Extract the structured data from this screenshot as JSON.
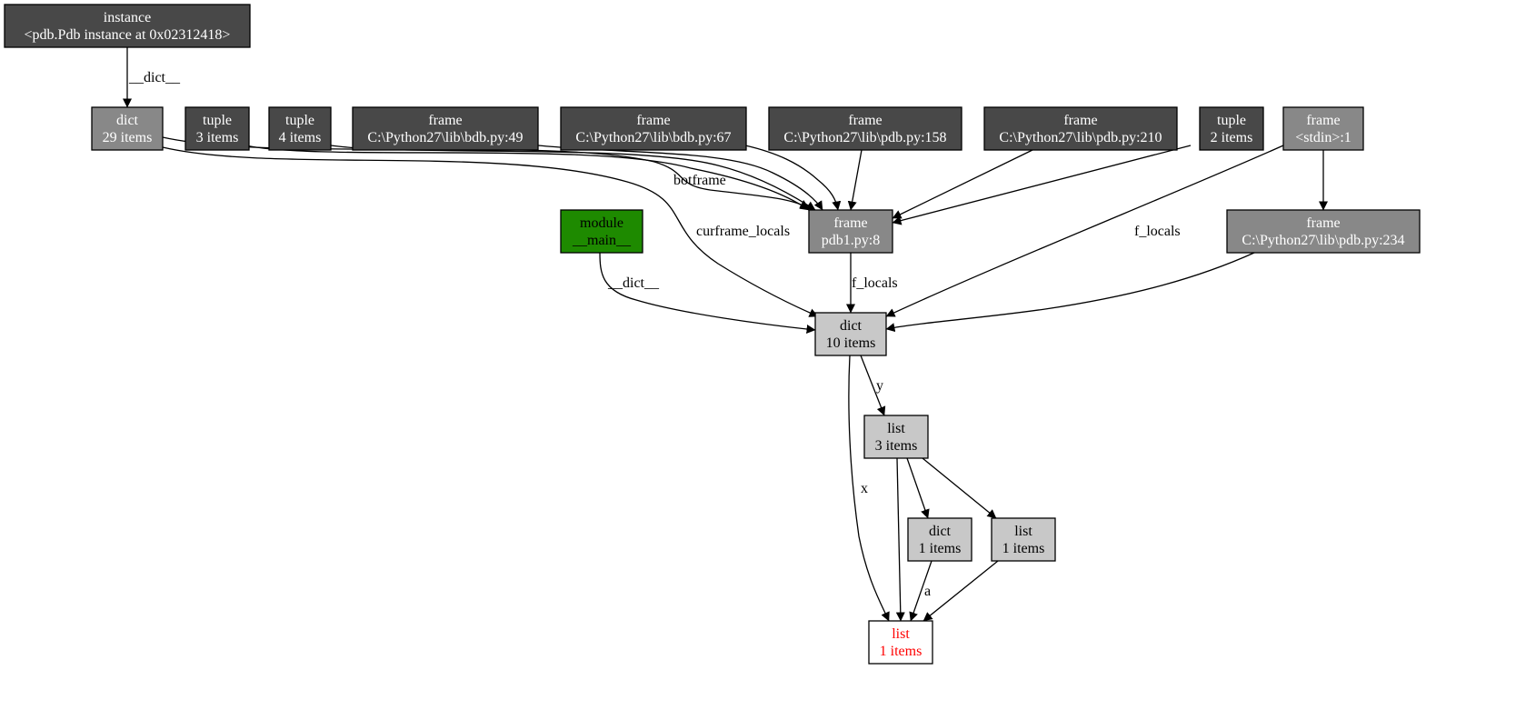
{
  "colors": {
    "dark": "#484848",
    "medium": "#888888",
    "light": "#c8c8c8",
    "green": "#1e8a00",
    "white": "#ffffff",
    "text_light": "#ffffff",
    "text_dark": "#000000",
    "text_red": "#ff0000"
  },
  "nodes": [
    {
      "id": "instance",
      "line1": "instance",
      "line2": "<pdb.Pdb instance at 0x02312418>",
      "fill": "dark",
      "text": "text_light"
    },
    {
      "id": "dict29",
      "line1": "dict",
      "line2": "29 items",
      "fill": "medium",
      "text": "text_light"
    },
    {
      "id": "tuple3",
      "line1": "tuple",
      "line2": "3 items",
      "fill": "dark",
      "text": "text_light"
    },
    {
      "id": "tuple4",
      "line1": "tuple",
      "line2": "4 items",
      "fill": "dark",
      "text": "text_light"
    },
    {
      "id": "frame_bdb49",
      "line1": "frame",
      "line2": "C:\\Python27\\lib\\bdb.py:49",
      "fill": "dark",
      "text": "text_light"
    },
    {
      "id": "frame_bdb67",
      "line1": "frame",
      "line2": "C:\\Python27\\lib\\bdb.py:67",
      "fill": "dark",
      "text": "text_light"
    },
    {
      "id": "frame_pdb158",
      "line1": "frame",
      "line2": "C:\\Python27\\lib\\pdb.py:158",
      "fill": "dark",
      "text": "text_light"
    },
    {
      "id": "frame_pdb210",
      "line1": "frame",
      "line2": "C:\\Python27\\lib\\pdb.py:210",
      "fill": "dark",
      "text": "text_light"
    },
    {
      "id": "tuple2",
      "line1": "tuple",
      "line2": "2 items",
      "fill": "dark",
      "text": "text_light"
    },
    {
      "id": "frame_stdin",
      "line1": "frame",
      "line2": "<stdin>:1",
      "fill": "medium",
      "text": "text_light"
    },
    {
      "id": "module_main",
      "line1": "module",
      "line2": "__main__",
      "fill": "green",
      "text": "text_dark"
    },
    {
      "id": "frame_pdb1",
      "line1": "frame",
      "line2": "pdb1.py:8",
      "fill": "medium",
      "text": "text_light"
    },
    {
      "id": "frame_pdb234",
      "line1": "frame",
      "line2": "C:\\Python27\\lib\\pdb.py:234",
      "fill": "medium",
      "text": "text_light"
    },
    {
      "id": "dict10",
      "line1": "dict",
      "line2": "10 items",
      "fill": "light",
      "text": "text_dark"
    },
    {
      "id": "list3",
      "line1": "list",
      "line2": "3 items",
      "fill": "light",
      "text": "text_dark"
    },
    {
      "id": "dict1",
      "line1": "dict",
      "line2": "1 items",
      "fill": "light",
      "text": "text_dark"
    },
    {
      "id": "list1a",
      "line1": "list",
      "line2": "1 items",
      "fill": "light",
      "text": "text_dark"
    },
    {
      "id": "list1target",
      "line1": "list",
      "line2": "1 items",
      "fill": "white",
      "text": "text_red"
    }
  ],
  "edges": [
    {
      "from": "instance",
      "to": "dict29",
      "label": "__dict__"
    },
    {
      "from": "dict29",
      "to": "frame_pdb1",
      "label": "botframe"
    },
    {
      "from": "tuple3",
      "to": "frame_pdb1",
      "label": ""
    },
    {
      "from": "tuple4",
      "to": "frame_pdb1",
      "label": ""
    },
    {
      "from": "frame_bdb49",
      "to": "frame_pdb1",
      "label": ""
    },
    {
      "from": "frame_bdb67",
      "to": "frame_pdb1",
      "label": ""
    },
    {
      "from": "frame_pdb158",
      "to": "frame_pdb1",
      "label": ""
    },
    {
      "from": "frame_pdb210",
      "to": "frame_pdb1",
      "label": ""
    },
    {
      "from": "tuple2",
      "to": "frame_pdb1",
      "label": ""
    },
    {
      "from": "dict29",
      "to": "dict10",
      "label": "curframe_locals"
    },
    {
      "from": "frame_stdin",
      "to": "dict10",
      "label": "f_locals"
    },
    {
      "from": "frame_stdin",
      "to": "frame_pdb234",
      "label": ""
    },
    {
      "from": "module_main",
      "to": "dict10",
      "label": "__dict__"
    },
    {
      "from": "frame_pdb1",
      "to": "dict10",
      "label": "f_locals"
    },
    {
      "from": "frame_pdb234",
      "to": "dict10",
      "label": ""
    },
    {
      "from": "dict10",
      "to": "list3",
      "label": "y"
    },
    {
      "from": "dict10",
      "to": "list1target",
      "label": "x"
    },
    {
      "from": "list3",
      "to": "dict1",
      "label": ""
    },
    {
      "from": "list3",
      "to": "list1a",
      "label": ""
    },
    {
      "from": "list3",
      "to": "list1target",
      "label": ""
    },
    {
      "from": "dict1",
      "to": "list1target",
      "label": "a"
    },
    {
      "from": "list1a",
      "to": "list1target",
      "label": ""
    }
  ]
}
